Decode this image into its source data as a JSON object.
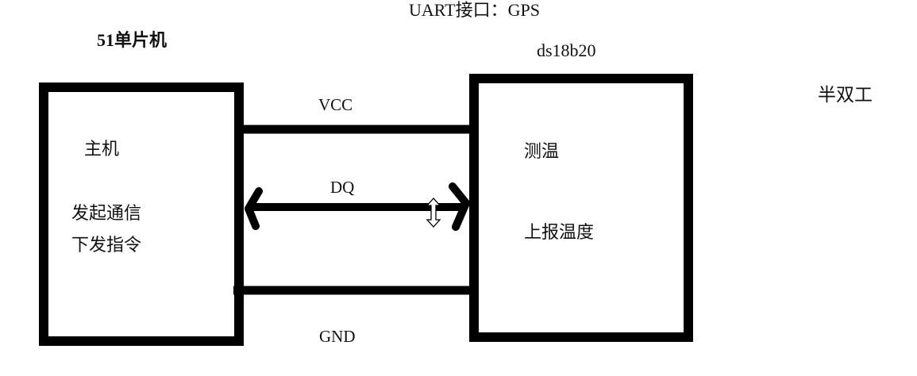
{
  "header": {
    "interface_note": "UART接口：GPS",
    "mode_note": "半双工"
  },
  "master": {
    "title": "51单片机",
    "role": "主机",
    "line1": "发起通信",
    "line2": "下发指令"
  },
  "slave": {
    "title": "ds18b20",
    "line1": "测温",
    "line2": "上报温度"
  },
  "wires": {
    "vcc": "VCC",
    "dq": "DQ",
    "gnd": "GND"
  },
  "icons": {
    "cursor": "resize-vertical-cursor-icon"
  },
  "colors": {
    "stroke": "#000000",
    "text": "#111111",
    "background": "#ffffff"
  }
}
